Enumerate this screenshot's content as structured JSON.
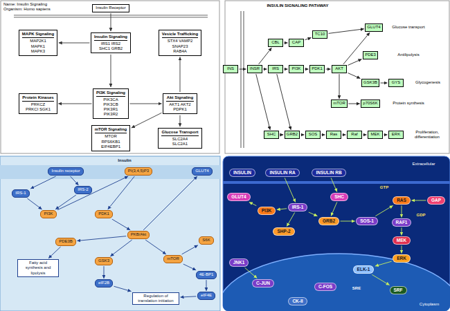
{
  "diagram": {
    "nodes": [
      {
        "text": [
          "Insulin Receptor"
        ]
      },
      {
        "text": [
          "MAPK Signaling",
          "MAP2K1 MAPK1 MAPK3"
        ]
      },
      {
        "text": [
          "Insulin Signaling",
          "IRS1 IRS2 SHC1 GRB2"
        ]
      },
      {
        "text": [
          "Vesicle Trafficking",
          "STX4 VAMP2 SNAP23 RAB4A"
        ]
      },
      {
        "text": [
          "Protein Kinases",
          "PRKCZ PRKCI SGK1"
        ]
      },
      {
        "text": [
          "PI3K Signaling",
          "PIK3CA PIK3CB PIK3R1 PIK3R2"
        ]
      },
      {
        "text": [
          "Akt Signaling",
          "AKT1 AKT2 PDPK1"
        ]
      },
      {
        "text": [
          "mTOR Signaling",
          "MTOR RPS6KB1 EIF4EBP1"
        ]
      },
      {
        "text": [
          "Glucose Transport",
          "SLC2A4 SLC2A1"
        ]
      },
      {
        "text": [
          "INS"
        ]
      },
      {
        "text": [
          "INSR"
        ]
      },
      {
        "text": [
          "IRS"
        ]
      },
      {
        "text": [
          "PI3K"
        ]
      },
      {
        "text": [
          "PDK1"
        ]
      },
      {
        "text": [
          "AKT"
        ]
      },
      {
        "text": [
          "CBL"
        ]
      },
      {
        "text": [
          "CAP"
        ]
      },
      {
        "text": [
          "TC10"
        ]
      },
      {
        "text": [
          "GLUT4"
        ]
      },
      {
        "text": [
          "PDE3"
        ]
      },
      {
        "text": [
          "GSK3B"
        ]
      },
      {
        "text": [
          "GYS"
        ]
      },
      {
        "text": [
          "mTOR"
        ]
      },
      {
        "text": [
          "p70S6K"
        ]
      },
      {
        "text": [
          "SHC"
        ]
      },
      {
        "text": [
          "GRB2"
        ]
      },
      {
        "text": [
          "SOS"
        ]
      },
      {
        "text": [
          "Ras"
        ]
      },
      {
        "text": [
          "Raf"
        ]
      },
      {
        "text": [
          "MEK"
        ]
      },
      {
        "text": [
          "ERK"
        ]
      },
      {
        "text": [
          "Insulin receptor"
        ]
      },
      {
        "text": [
          "PI(3,4,5)P3"
        ]
      },
      {
        "text": [
          "GLUT4"
        ]
      },
      {
        "text": [
          "IRS-1"
        ]
      },
      {
        "text": [
          "IRS-2"
        ]
      },
      {
        "text": [
          "PI3K"
        ]
      },
      {
        "text": [
          "PDK1"
        ]
      },
      {
        "text": [
          "PKB/Akt"
        ]
      },
      {
        "text": [
          "PDE3B"
        ]
      },
      {
        "text": [
          "GSK3"
        ]
      },
      {
        "text": [
          "mTOR"
        ]
      },
      {
        "text": [
          "S6K"
        ]
      },
      {
        "text": [
          "4E-BP1"
        ]
      },
      {
        "text": [
          "eIF2B"
        ]
      },
      {
        "text": [
          "eIF4E"
        ]
      },
      {
        "text": [
          "Regulation of translation initiation"
        ]
      },
      {
        "text": [
          "Fatty acid synthesis and lipolysis"
        ]
      },
      {
        "text": [
          "INSULIN"
        ]
      },
      {
        "text": [
          "INSULIN RA"
        ]
      },
      {
        "text": [
          "INSULIN RB"
        ]
      },
      {
        "text": [
          "GLUT4"
        ]
      },
      {
        "text": [
          "PI3K"
        ]
      },
      {
        "text": [
          "IRS-1"
        ]
      },
      {
        "text": [
          "SHC"
        ]
      },
      {
        "text": [
          "GRB2"
        ]
      },
      {
        "text": [
          "SOS-1"
        ]
      },
      {
        "text": [
          "SHP-2"
        ]
      },
      {
        "text": [
          "RAS"
        ]
      },
      {
        "text": [
          "GAP"
        ]
      },
      {
        "text": [
          "RAF1"
        ]
      },
      {
        "text": [
          "MEK"
        ]
      },
      {
        "text": [
          "ERK"
        ]
      },
      {
        "text": [
          "JNK1"
        ]
      },
      {
        "text": [
          "ELK-1"
        ]
      },
      {
        "text": [
          "C-JUN"
        ]
      },
      {
        "text": [
          "C-FOS"
        ]
      },
      {
        "text": [
          "SRF"
        ]
      },
      {
        "text": [
          "CK-II"
        ]
      }
    ],
    "edges": [
      {
        "from": 0,
        "to": 2,
        "arrow": "to"
      },
      {
        "from": 2,
        "to": 1,
        "arrow": "to"
      },
      {
        "from": 2,
        "to": 5,
        "arrow": "to"
      },
      {
        "from": 5,
        "to": 4,
        "arrow": "to"
      },
      {
        "from": 5,
        "to": 6,
        "arrow": "to"
      },
      {
        "from": 6,
        "to": 3,
        "arrow": "to"
      },
      {
        "from": 6,
        "to": 7,
        "arrow": "to"
      },
      {
        "from": 6,
        "to": 8,
        "arrow": "to"
      },
      {
        "from": 9,
        "to": 10,
        "arrow": "to"
      },
      {
        "from": 10,
        "to": 11,
        "arrow": "to"
      },
      {
        "from": 11,
        "to": 12,
        "arrow": "to"
      },
      {
        "from": 12,
        "to": 13,
        "arrow": "to"
      },
      {
        "from": 13,
        "to": 14,
        "arrow": "to"
      },
      {
        "from": 10,
        "to": 15,
        "arrow": "to"
      },
      {
        "from": 15,
        "to": 16,
        "arrow": "to"
      },
      {
        "from": 16,
        "to": 17,
        "arrow": "to"
      },
      {
        "from": 17,
        "to": 18,
        "arrow": "to"
      },
      {
        "from": 14,
        "to": 18,
        "arrow": "to"
      },
      {
        "from": 14,
        "to": 19,
        "arrow": "to"
      },
      {
        "from": 14,
        "to": 20,
        "arrow": "to"
      },
      {
        "from": 20,
        "to": 21,
        "arrow": "to"
      },
      {
        "from": 14,
        "to": 22,
        "arrow": "to"
      },
      {
        "from": 22,
        "to": 23,
        "arrow": "to"
      },
      {
        "from": 10,
        "to": 24,
        "arrow": "to"
      },
      {
        "from": 24,
        "to": 25,
        "arrow": "to"
      },
      {
        "from": 25,
        "to": 26,
        "arrow": "to"
      },
      {
        "from": 26,
        "to": 27,
        "arrow": "to"
      },
      {
        "from": 27,
        "to": 28,
        "arrow": "to"
      },
      {
        "from": 28,
        "to": 29,
        "arrow": "to"
      },
      {
        "from": 29,
        "to": 30,
        "arrow": "to"
      },
      {
        "from": 11,
        "to": 25,
        "arrow": "to"
      },
      {
        "from": 31,
        "to": 34,
        "arrow": "to"
      },
      {
        "from": 31,
        "to": 35,
        "arrow": "to"
      },
      {
        "from": 34,
        "to": 36,
        "arrow": "to"
      },
      {
        "from": 35,
        "to": 36,
        "arrow": "to"
      },
      {
        "from": 36,
        "to": 32,
        "arrow": "to"
      },
      {
        "from": 32,
        "to": 37,
        "arrow": "to"
      },
      {
        "from": 37,
        "to": 38,
        "arrow": "to"
      },
      {
        "from": 38,
        "to": 33,
        "arrow": "to"
      },
      {
        "from": 38,
        "to": 39,
        "arrow": "to"
      },
      {
        "from": 39,
        "to": 47,
        "arrow": "to"
      },
      {
        "from": 38,
        "to": 40,
        "arrow": "to"
      },
      {
        "from": 40,
        "to": 44,
        "arrow": "to"
      },
      {
        "from": 38,
        "to": 41,
        "arrow": "to"
      },
      {
        "from": 41,
        "to": 42,
        "arrow": "to"
      },
      {
        "from": 41,
        "to": 43,
        "arrow": "to"
      },
      {
        "from": 43,
        "to": 45,
        "arrow": "to"
      },
      {
        "from": 45,
        "to": 46,
        "arrow": "to"
      },
      {
        "from": 44,
        "to": 46,
        "arrow": "to"
      },
      {
        "from": 49,
        "to": 53,
        "arrow": "to"
      },
      {
        "from": 50,
        "to": 54,
        "arrow": "to"
      },
      {
        "from": 53,
        "to": 52,
        "arrow": "to"
      },
      {
        "from": 52,
        "to": 51,
        "arrow": "to"
      },
      {
        "from": 53,
        "to": 55,
        "arrow": "to"
      },
      {
        "from": 54,
        "to": 55,
        "arrow": "to"
      },
      {
        "from": 55,
        "to": 56,
        "arrow": "to"
      },
      {
        "from": 56,
        "to": 58,
        "arrow": "to"
      },
      {
        "from": 59,
        "to": 58,
        "arrow": "to"
      },
      {
        "from": 58,
        "to": 60,
        "arrow": "to"
      },
      {
        "from": 60,
        "to": 61,
        "arrow": "to"
      },
      {
        "from": 61,
        "to": 62,
        "arrow": "to"
      },
      {
        "from": 62,
        "to": 64,
        "arrow": "to"
      },
      {
        "from": 64,
        "to": 67,
        "arrow": "to"
      },
      {
        "from": 63,
        "to": 65,
        "arrow": "to"
      },
      {
        "from": 53,
        "to": 57,
        "arrow": "to"
      }
    ],
    "labels": [
      "Name: Insulin Signaling",
      "Organism: Homo sapiens",
      "INSULIN SIGNALING PATHWAY",
      "Glucose transport",
      "Antilipolysis",
      "Glycogenesis",
      "Protein synthesis",
      "Proliferation, differentiation",
      "Insulin",
      "Extracellular",
      "GTP",
      "GDP",
      "SRE",
      "Cytoplasm"
    ]
  }
}
